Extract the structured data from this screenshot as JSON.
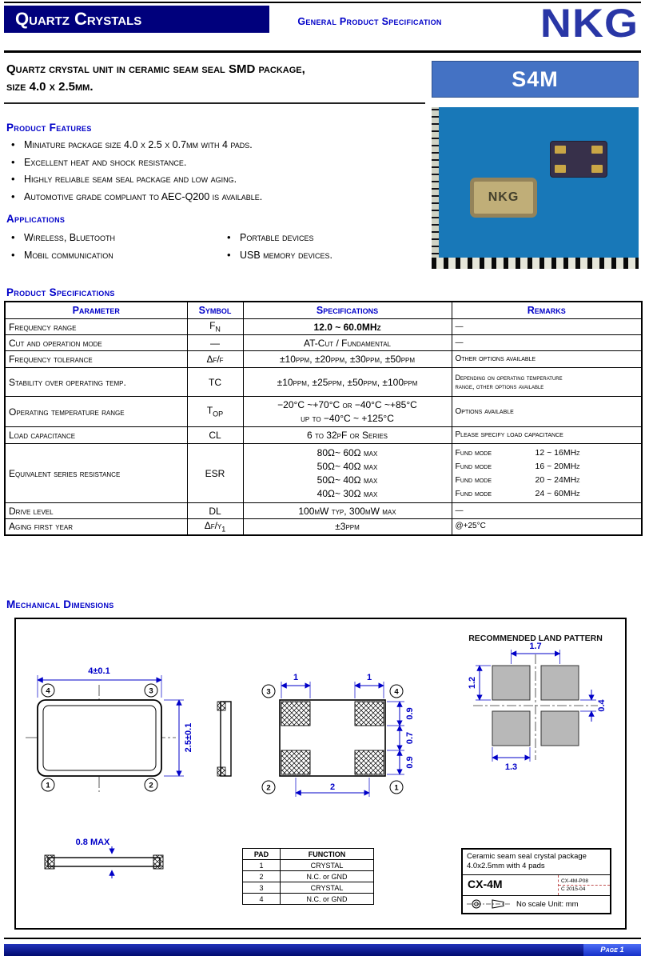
{
  "colors": {
    "banner_bg": "#00007C",
    "accent_blue": "#0000C8",
    "logo_blue": "#2936A6",
    "model_bg": "#4472C4",
    "photo_bg": "#1878B8"
  },
  "header": {
    "banner": "Quartz Crystals",
    "subtitle": "General Product Specification",
    "logo": "NKG"
  },
  "title": {
    "line1": "Quartz crystal unit in ceramic seam seal SMD package,",
    "line2": "size 4.0 x 2.5mm.",
    "model": "S4M"
  },
  "photo": {
    "chip_label": "NKG"
  },
  "features": {
    "heading": "Product Features",
    "items": [
      "Miniature  package size 4.0 x 2.5 x 0.7mm with 4 pads.",
      "Excellent heat and shock resistance.",
      "Highly reliable seam seal package and low aging.",
      "Automotive grade compliant to AEC-Q200 is available."
    ]
  },
  "applications": {
    "heading": "Applications",
    "column1": [
      "Wireless, Bluetooth",
      "Mobil communication"
    ],
    "column2": [
      "Portable devices",
      "USB memory devices."
    ]
  },
  "specs": {
    "heading": "Product Specifications",
    "headers": [
      "Parameter",
      "Symbol",
      "Specifications",
      "Remarks"
    ],
    "rows": [
      {
        "parameter": "Frequency range",
        "symbol_base": "F",
        "symbol_sub": "N",
        "spec": "12.0 ~ 60.0MHz",
        "remark": "—"
      },
      {
        "parameter": "Cut and operation mode",
        "symbol_base": "—",
        "spec": "AT-Cut / Fundamental",
        "remark": "—"
      },
      {
        "parameter": "Frequency tolerance",
        "symbol_base": "Δf/f",
        "spec": "±10ppm, ±20ppm, ±30ppm, ±50ppm",
        "remark": "Other options available"
      },
      {
        "parameter": "Stability over operating temp.",
        "symbol_base": "TC",
        "spec": "±10ppm, ±25ppm, ±50ppm, ±100ppm",
        "remark_lines": [
          "Depending on operating  temperature",
          "range, other options available"
        ]
      },
      {
        "parameter": "Operating temperature range",
        "symbol_base": "T",
        "symbol_sub": "OP",
        "spec_lines": [
          "−20°C ~+70°C  or  −40°C ~+85°C",
          "up to −40°C ~ +125°C"
        ],
        "remark": "Options available"
      },
      {
        "parameter": "Load capacitance",
        "symbol_base": "CL",
        "spec": "6 to 32pF or Series",
        "remark": "Please specify load capacitance"
      },
      {
        "parameter": "Equivalent series resistance",
        "symbol_base": "ESR",
        "spec_lines": [
          "80Ω~ 60Ω max",
          "50Ω~ 40Ω max",
          "50Ω~ 40Ω max",
          "40Ω~ 30Ω max"
        ],
        "remark_lines": [
          {
            "label": "Fund mode",
            "value": "12 ~ 16MHz"
          },
          {
            "label": "Fund mode",
            "value": "16 ~ 20MHz"
          },
          {
            "label": "Fund mode",
            "value": "20 ~ 24MHz"
          },
          {
            "label": "Fund mode",
            "value": "24 ~ 60MHz"
          }
        ]
      },
      {
        "parameter": "Drive level",
        "symbol_base": "DL",
        "spec": "100μW typ,  300μW max",
        "remark": "—"
      },
      {
        "parameter": "Aging first year",
        "symbol_base": "Δf/y",
        "symbol_sub": "1",
        "spec": "±3ppm",
        "remark": "@+25°C"
      }
    ]
  },
  "mech": {
    "heading": "Mechanical Dimensions",
    "land_pattern_title": "RECOMMENDED LAND PATTERN",
    "dims": {
      "body_width": "4±0.1",
      "body_height": "2.5±0.1",
      "pad_width_left": "1",
      "pad_width_right": "1",
      "pad_height_top": "0.9",
      "pad_gap": "0.7",
      "pad_height_bottom": "0.9",
      "pad_span": "2",
      "land_pitch": "1.7",
      "land_height": "1.2",
      "land_gap": "0.4",
      "land_width": "1.3",
      "max_thickness": "0.8 MAX"
    },
    "top_view_pads": [
      "4",
      "3",
      "1",
      "2"
    ],
    "bottom_view_pads": [
      "3",
      "4",
      "2",
      "1"
    ],
    "pad_table": {
      "col_pad": "PAD",
      "col_function": "FUNCTION",
      "rows": [
        {
          "pad": "1",
          "function": "CRYSTAL"
        },
        {
          "pad": "2",
          "function": "N.C. or GND"
        },
        {
          "pad": "3",
          "function": "CRYSTAL"
        },
        {
          "pad": "4",
          "function": "N.C. or GND"
        }
      ]
    },
    "title_block": {
      "desc1": "Ceramic seam seal crystal package",
      "desc2": "4.0x2.5mm with 4 pads",
      "part": "CX-4M",
      "doc": "CX-4M-P08",
      "rev_date": "C    2015-04",
      "note": "No scale  Unit: mm"
    }
  },
  "footer": {
    "page": "Page 1"
  }
}
